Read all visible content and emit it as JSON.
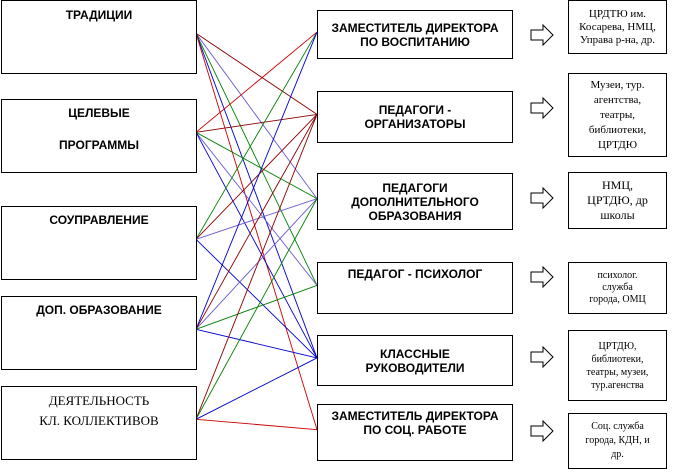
{
  "left": [
    {
      "id": "L1",
      "label": "ТРАДИЦИИ"
    },
    {
      "id": "L2",
      "line1": "ЦЕЛЕВЫЕ",
      "line2": "ПРОГРАММЫ"
    },
    {
      "id": "L3",
      "label": "СОУПРАВЛЕНИЕ"
    },
    {
      "id": "L4",
      "label": "ДОП. ОБРАЗОВАНИЕ"
    },
    {
      "id": "L5",
      "line1": "ДЕЯТЕЛЬНОСТЬ",
      "line2": "КЛ. КОЛЛЕКТИВОВ"
    }
  ],
  "middle": [
    {
      "id": "M1",
      "line1": "ЗАМЕСТИТЕЛЬ ДИРЕКТОРА",
      "line2": "ПО ВОСПИТАНИЮ"
    },
    {
      "id": "M2",
      "line1": "ПЕДАГОГИ -",
      "line2": "ОРГАНИЗАТОРЫ"
    },
    {
      "id": "M3",
      "line1": "ПЕДАГОГИ",
      "line2": "ДОПОЛНИТЕЛЬНОГО",
      "line3": "ОБРАЗОВАНИЯ"
    },
    {
      "id": "M4",
      "line1": "ПЕДАГОГ - ПСИХОЛОГ"
    },
    {
      "id": "M5",
      "line1": "КЛАССНЫЕ",
      "line2": "РУКОВОДИТЕЛИ"
    },
    {
      "id": "M6",
      "line1": "ЗАМЕСТИТЕЛЬ ДИРЕКТОРА",
      "line2": "ПО СОЦ. РАБОТЕ"
    }
  ],
  "right": [
    {
      "id": "R1",
      "lines": [
        "ЦРДТЮ им.",
        "Косарева, НМЦ,",
        "Управа р-на, др."
      ]
    },
    {
      "id": "R2",
      "lines": [
        "Музеи, тур.",
        "агентства,",
        "театры,",
        "библиотеки,",
        "ЦРТДЮ"
      ]
    },
    {
      "id": "R3",
      "lines": [
        "НМЦ,",
        "ЦРТДЮ, др",
        "школы"
      ]
    },
    {
      "id": "R4",
      "lines": [
        "психолог.",
        "служба",
        "города, ОМЦ"
      ]
    },
    {
      "id": "R5",
      "lines": [
        "ЦРТДЮ,",
        "библиотеки,",
        "театры, музеи,",
        "тур.агенства"
      ]
    },
    {
      "id": "R6",
      "lines": [
        "Соц. служба",
        "города,  КДН, и",
        "др."
      ]
    }
  ],
  "connections": [
    {
      "from": "L1",
      "to": "M2",
      "color": "#8b0000"
    },
    {
      "from": "L1",
      "to": "M3",
      "color": "#6a5acd"
    },
    {
      "from": "L1",
      "to": "M4",
      "color": "#008000"
    },
    {
      "from": "L1",
      "to": "M5",
      "color": "#0000cc"
    },
    {
      "from": "L1",
      "to": "M6",
      "color": "#cc0000"
    },
    {
      "from": "L2",
      "to": "M1",
      "color": "#cc0000"
    },
    {
      "from": "L2",
      "to": "M2",
      "color": "#8b0000"
    },
    {
      "from": "L2",
      "to": "M3",
      "color": "#008000"
    },
    {
      "from": "L2",
      "to": "M4",
      "color": "#6a5acd"
    },
    {
      "from": "L2",
      "to": "M5",
      "color": "#0000cc"
    },
    {
      "from": "L3",
      "to": "M1",
      "color": "#008000"
    },
    {
      "from": "L3",
      "to": "M2",
      "color": "#8b0000"
    },
    {
      "from": "L3",
      "to": "M3",
      "color": "#6a5acd"
    },
    {
      "from": "L3",
      "to": "M5",
      "color": "#0000cc"
    },
    {
      "from": "L4",
      "to": "M1",
      "color": "#0000cc"
    },
    {
      "from": "L4",
      "to": "M2",
      "color": "#8b0000"
    },
    {
      "from": "L4",
      "to": "M3",
      "color": "#6a5acd"
    },
    {
      "from": "L4",
      "to": "M4",
      "color": "#008000"
    },
    {
      "from": "L4",
      "to": "M5",
      "color": "#0000cc"
    },
    {
      "from": "L5",
      "to": "M2",
      "color": "#8b0000"
    },
    {
      "from": "L5",
      "to": "M3",
      "color": "#008000"
    },
    {
      "from": "L5",
      "to": "M5",
      "color": "#0000cc"
    },
    {
      "from": "L5",
      "to": "M6",
      "color": "#cc0000"
    }
  ]
}
